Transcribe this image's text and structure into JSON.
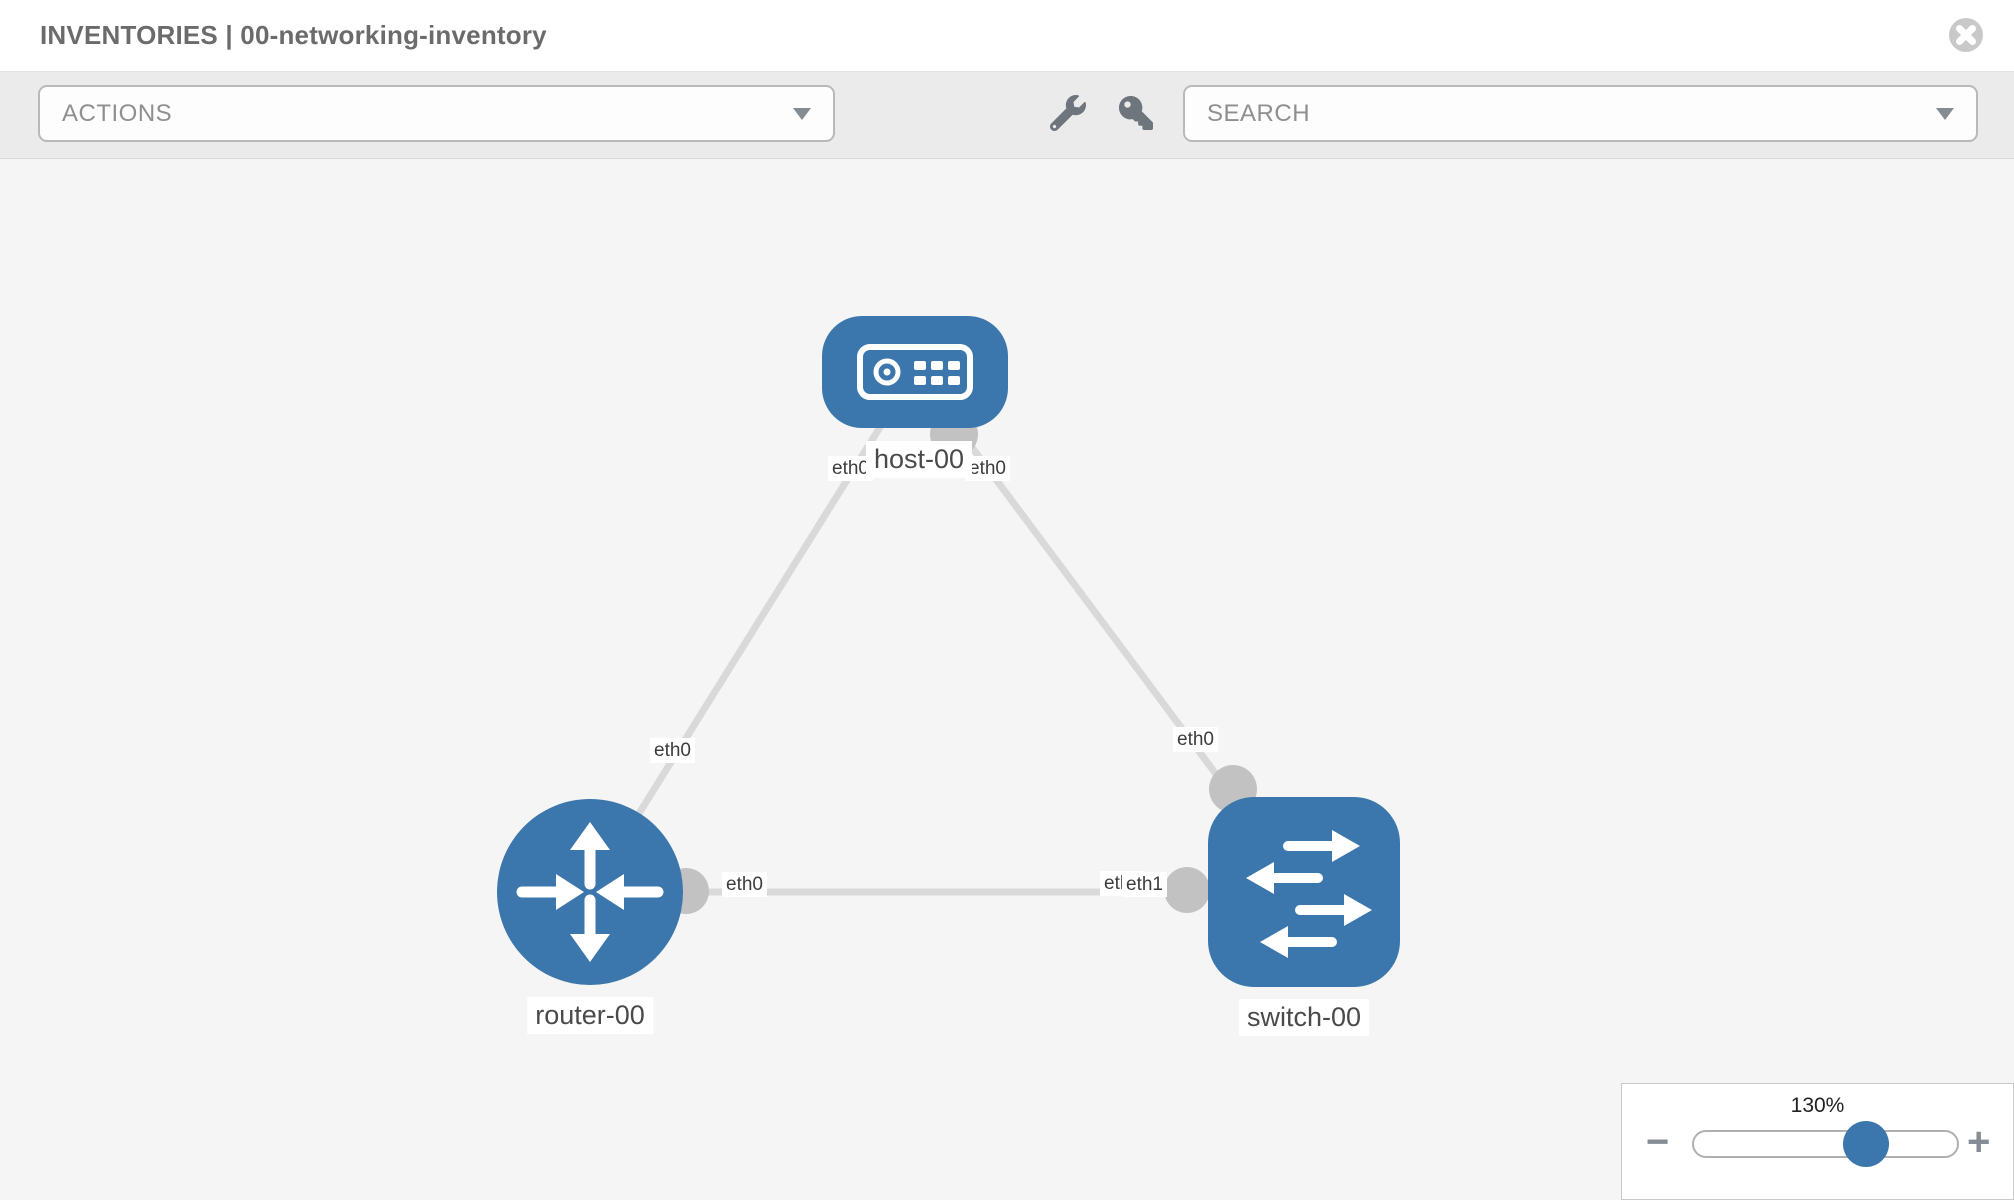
{
  "header": {
    "title": "INVENTORIES | 00-networking-inventory"
  },
  "toolbar": {
    "actions": "ACTIONS",
    "search": "SEARCH"
  },
  "icons": {
    "toolbar": [
      "wrench-icon",
      "key-icon"
    ],
    "header": "close-circle-icon",
    "dropdowns": "chevron-down-icon"
  },
  "topology": {
    "nodes": [
      {
        "name": "host-00",
        "type": "host"
      },
      {
        "name": "router-00",
        "type": "router"
      },
      {
        "name": "switch-00",
        "type": "switch"
      }
    ],
    "links": [
      {
        "source": "host-00",
        "source_interface": "eth0",
        "target": "router-00",
        "target_interface": "eth0"
      },
      {
        "source": "host-00",
        "source_interface": "eth0",
        "target": "switch-00",
        "target_interface": "eth0"
      },
      {
        "source": "router-00",
        "source_interface": "eth0",
        "target": "switch-00",
        "target_interface": "eth1"
      }
    ],
    "labels": {
      "overlap_back_label": "eth0"
    }
  },
  "zoom_control": {
    "level": "130%",
    "minus": "−",
    "plus": "+"
  },
  "colors": {
    "node_blue": "#3b76ad",
    "link_gray": "#d9d9d9",
    "stub_gray": "#c2c2c2",
    "toolbar_bg": "#ebebeb",
    "canvas_bg": "#f5f5f5",
    "title_gray": "#6b6b6b"
  }
}
